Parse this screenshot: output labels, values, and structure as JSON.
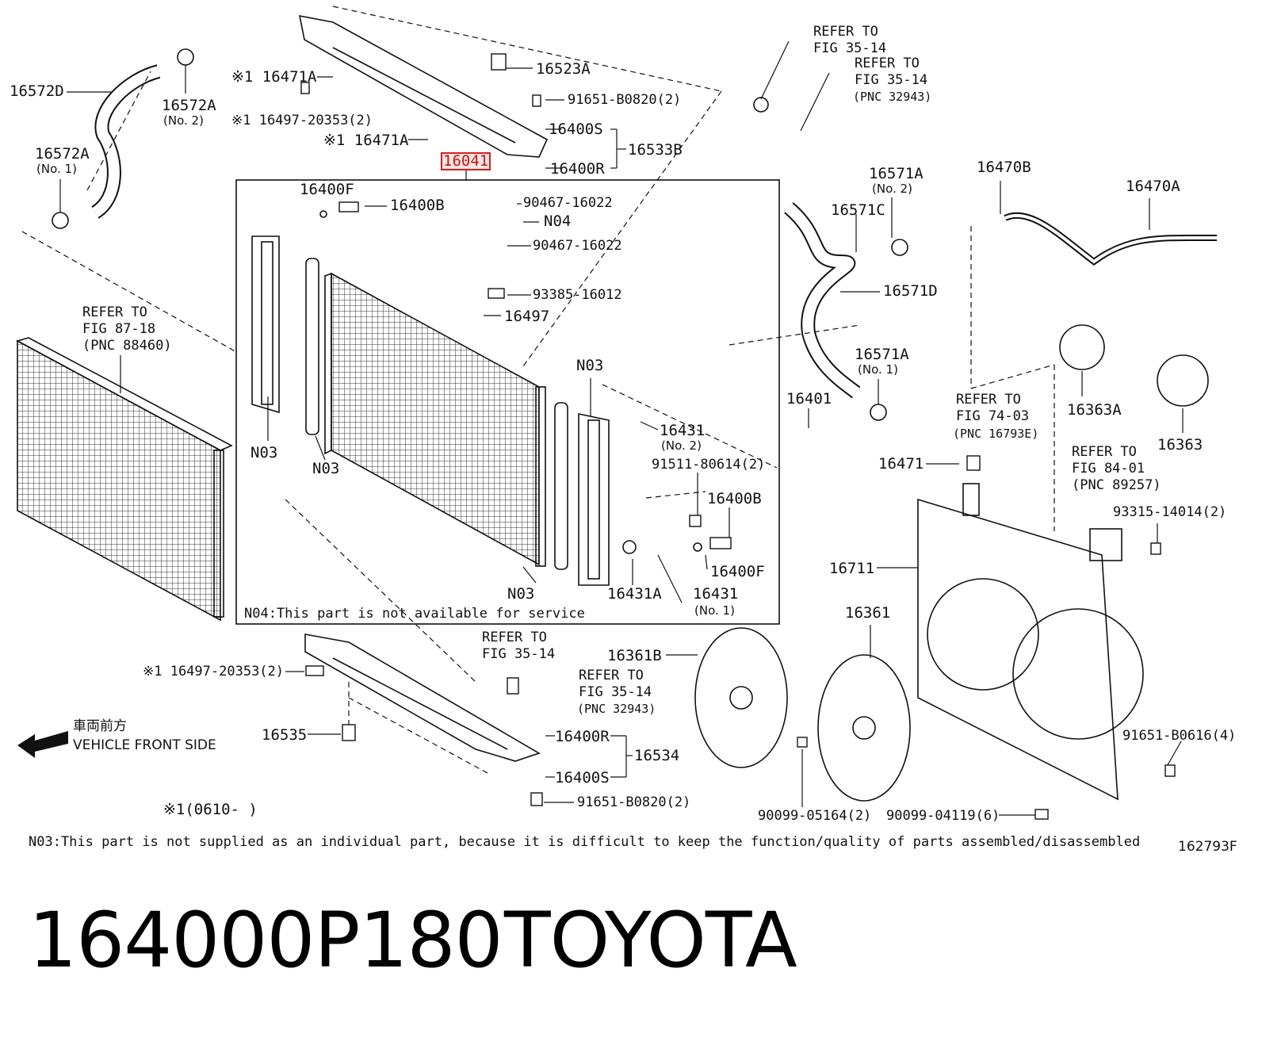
{
  "highlight_color": "#d92020",
  "footer": {
    "part_number": "164000P180",
    "brand": "TOYOTA"
  },
  "figure_id": "162793F",
  "notes": {
    "n04": "N04:This part is not available for service",
    "n03": "N03:This part is not supplied as an individual part, because it is difficult to keep the function/quality of parts assembled/disassembled",
    "date_range": "※1(0610-      )"
  },
  "direction": {
    "jp": "車両前方",
    "en": "VEHICLE FRONT SIDE",
    "icon": "arrow-left-icon"
  },
  "labels": {
    "p16572D": "16572D",
    "p16572A_2": "16572A",
    "no2_a": "(No. 2)",
    "p16572A_1": "16572A",
    "no1_a": "(No. 1)",
    "p16471A_top": "※1 16471A",
    "p16497_top": "※1 16497-20353(2)",
    "p16471A_mid": "※1 16471A",
    "p16523A": "16523A",
    "p91651_top": "91651-B0820(2)",
    "p16400S_top": "16400S",
    "p16533B": "16533B",
    "p16400R_top": "16400R",
    "p16041": "16041",
    "ref1_l1": "REFER TO",
    "ref1_l2": "FIG 35-14",
    "ref2_l1": "REFER TO",
    "ref2_l2": "FIG 35-14",
    "ref2_l3": "(PNC 32943)",
    "p16400F_top": "16400F",
    "p16400B_top": "16400B",
    "p90467_a": "90467-16022",
    "n04": "N04",
    "p90467_b": "90467-16022",
    "p93385": "93385-16012",
    "p16497": "16497",
    "ref3_l1": "REFER TO",
    "ref3_l2": "FIG 87-18",
    "ref3_l3": "(PNC 88460)",
    "n03_a": "N03",
    "n03_b": "N03",
    "n03_c": "N03",
    "n03_d": "N03",
    "p16431_2": "16431",
    "no2_b": "(No. 2)",
    "p91511": "91511-80614(2)",
    "p16400B_low": "16400B",
    "p16400F_low": "16400F",
    "p16431A": "16431A",
    "p16431_1": "16431",
    "no1_b": "(No. 1)",
    "p16571A_2": "16571A",
    "no2_c": "(No. 2)",
    "p16571C": "16571C",
    "p16571D": "16571D",
    "p16571A_1": "16571A",
    "no1_c": "(No. 1)",
    "p16401": "16401",
    "p16470B": "16470B",
    "p16470A": "16470A",
    "p16363A": "16363A",
    "p16363": "16363",
    "ref4_l1": "REFER TO",
    "ref4_l2": "FIG 74-03",
    "ref4_l3": "(PNC 16793E)",
    "p16471": "16471",
    "ref5_l1": "REFER TO",
    "ref5_l2": "FIG 84-01",
    "ref5_l3": "(PNC 89257)",
    "p93315": "93315-14014(2)",
    "p16711": "16711",
    "p16361": "16361",
    "p16361B": "16361B",
    "ref6_l1": "REFER TO",
    "ref6_l2": "FIG 35-14",
    "ref7_l1": "REFER TO",
    "ref7_l2": "FIG 35-14",
    "ref7_l3": "(PNC 32943)",
    "p16497_bot": "※1 16497-20353(2)",
    "p16535": "16535",
    "p16400R_bot": "16400R",
    "p16534": "16534",
    "p16400S_bot": "16400S",
    "p91651_bot": "91651-B0820(2)",
    "p91651_B0616": "91651-B0616(4)",
    "p90099_05164": "90099-05164(2)",
    "p90099_04119": "90099-04119(6)"
  }
}
